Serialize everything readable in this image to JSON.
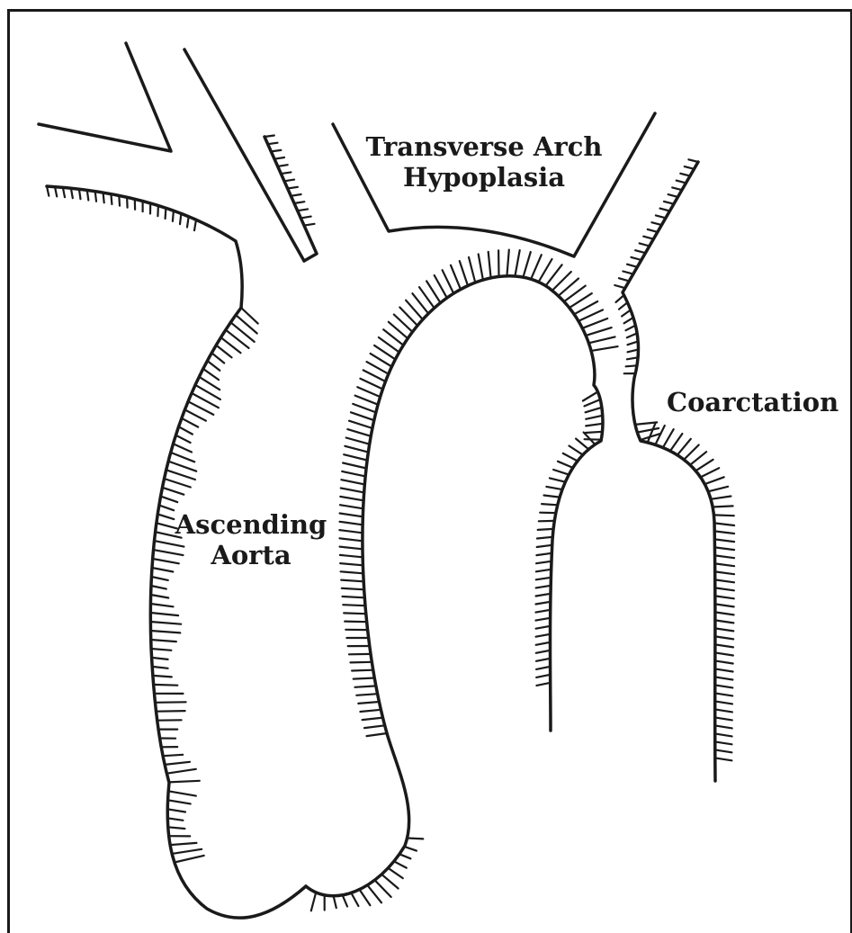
{
  "labels": {
    "transverse_arch": [
      "Transverse Arch",
      "Hypoplasia"
    ],
    "coarctation": "Coarctation",
    "ascending_aorta": [
      "Ascending",
      "Aorta"
    ]
  },
  "colors": {
    "ink": "#1a1a1a",
    "background": "#ffffff"
  }
}
